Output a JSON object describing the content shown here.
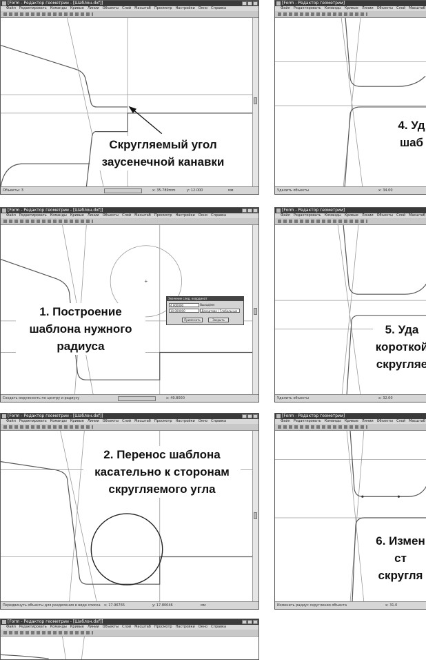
{
  "app": {
    "title_full": "[Form - Редактор геометрии - [Шаблон.dxf]]",
    "title_short": "[Form - Редактор геометрии]",
    "menu_items": [
      "Файл",
      "Редактировать",
      "Команды",
      "Кривые",
      "Линии",
      "Объекты",
      "Слой",
      "Масштаб",
      "Просмотр",
      "Настройки",
      "Окно",
      "Справка"
    ]
  },
  "captions": {
    "p0": [
      "Скругляемый угол",
      "заусенечной канавки"
    ],
    "p1": [
      "1. Построение",
      "шаблона нужного",
      "радиуса"
    ],
    "p2": [
      "2. Перенос шаблона",
      "касательно к сторонам",
      "скругляемого угла"
    ],
    "p4": [
      "4. Уд",
      "шаб"
    ],
    "p5": [
      "5. Уда",
      "короткой",
      "скругляе"
    ],
    "p6": [
      "6. Измен",
      "ст",
      "скругля"
    ]
  },
  "dialog": {
    "title": "Значение след. координат",
    "x_value": "4.000000",
    "y_value": "10.000000",
    "x_label": "Выход/мм",
    "mode": "Декартово / Глобальные",
    "apply": "Применить",
    "close": "Закрыть"
  },
  "status": {
    "p0_left": "Объекты: 3",
    "p0_x": "x: 35.789mm",
    "p0_y": "y: 12.000",
    "p0_unit": "мм",
    "p1_left": "Создать окружность по центру и радиусу",
    "p1_x": "x: 49.8000",
    "p2_left": "Передвинуть объекты для разделения в виде списка",
    "p2_x": "x: 17.96765",
    "p2_y": "y: 17.80046",
    "p2_unit": "мм",
    "p4_left": "Удалить объекты",
    "p4_x": "x: 34.00",
    "p5_left": "Удалить объекты",
    "p5_x": "x: 32.00",
    "p6_left": "Изменить радиус скругления объекта",
    "p6_x": "x: 31.0"
  },
  "colors": {
    "thin_line": "#9a9a9a",
    "profile_line": "#555555",
    "dialog_bg": "#d4d4d4"
  }
}
